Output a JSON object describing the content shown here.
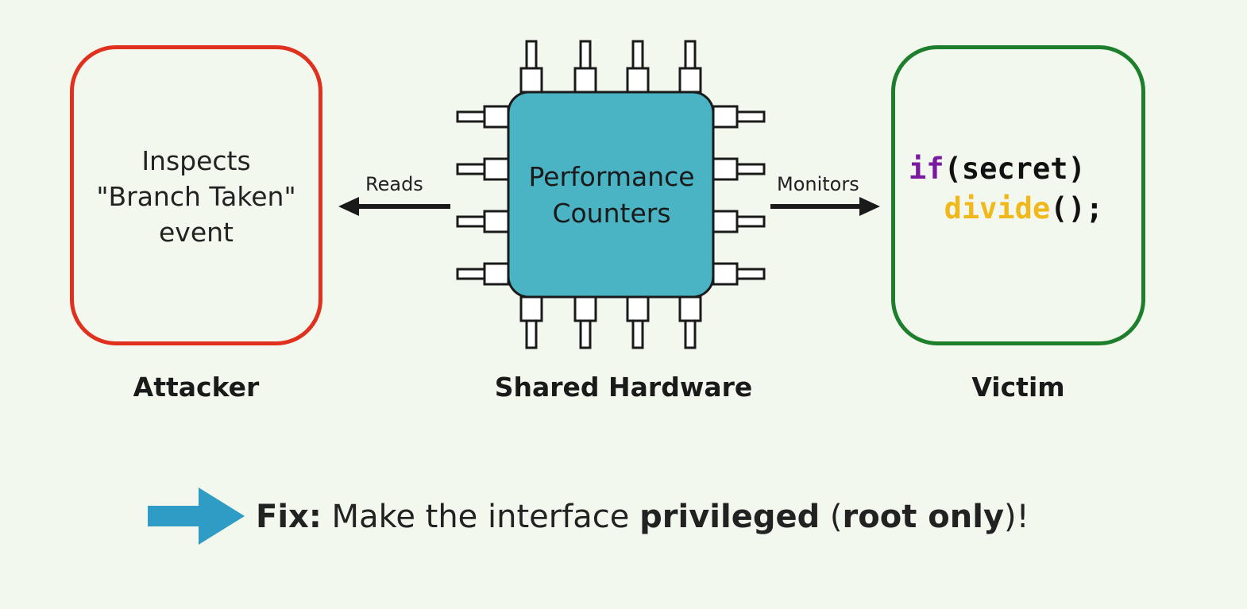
{
  "attacker": {
    "lines": [
      "Inspects",
      "\"Branch Taken\"",
      "event"
    ],
    "label": "Attacker",
    "border_color": "#e0301e"
  },
  "hardware": {
    "chip_lines": [
      "Performance",
      "Counters"
    ],
    "label": "Shared Hardware",
    "chip_color": "#4ab4c4"
  },
  "victim": {
    "code_line1": {
      "keyword": "if",
      "rest": "(secret)"
    },
    "code_line2": {
      "function": "divide",
      "rest": "();"
    },
    "label": "Victim",
    "border_color": "#1d7f2c"
  },
  "arrows": {
    "reads": "Reads",
    "monitors": "Monitors"
  },
  "fix": {
    "prefix": "Fix:",
    "text1": " Make the interface ",
    "bold1": "privileged",
    "text2": " (",
    "bold2": "root only",
    "text3": ")!",
    "arrow_color": "#2e9cc4"
  }
}
